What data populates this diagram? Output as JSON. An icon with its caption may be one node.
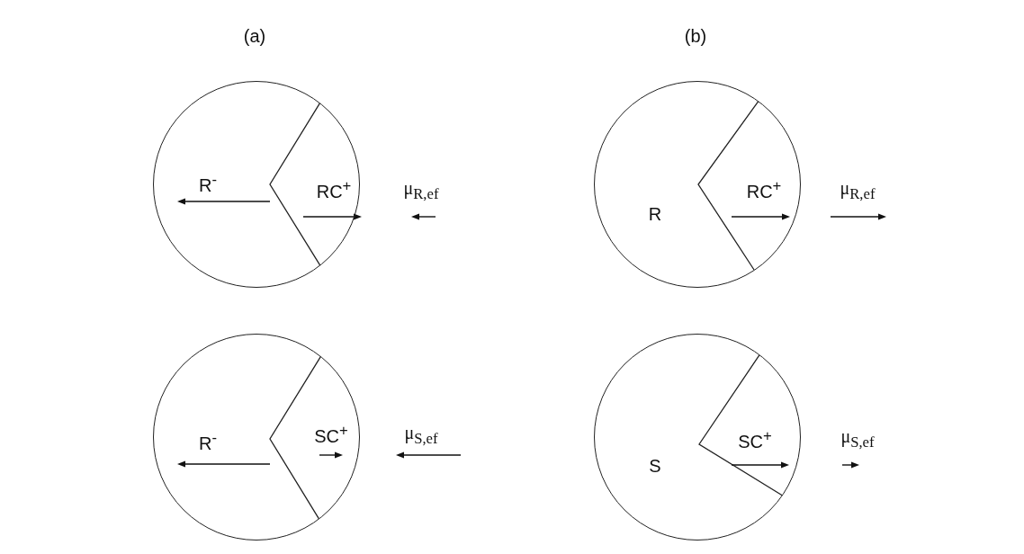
{
  "diagram": {
    "nodes": [
      {
        "text": [],
        "shape": "circle"
      },
      {
        "text": [
          "R$^{-}$"
        ],
        "in": 0
      },
      {
        "text": [
          "RC$^{+}$"
        ],
        "in": 0
      },
      {
        "text": [],
        "shape": "circle"
      },
      {
        "text": [
          "R"
        ],
        "in": 3
      },
      {
        "text": [
          "RC$^{+}$"
        ],
        "in": 3
      },
      {
        "text": [],
        "shape": "circle"
      },
      {
        "text": [
          "R$^{-}$"
        ],
        "in": 6
      },
      {
        "text": [
          "SC$^{+}$"
        ],
        "in": 6
      },
      {
        "text": [],
        "shape": "circle"
      },
      {
        "text": [
          "S"
        ],
        "in": 9
      },
      {
        "text": [
          "SC$^{+}$"
        ],
        "in": 9
      }
    ],
    "edges": [],
    "labels": [
      "(a)",
      "(b)",
      "μ$_{R,ef}$",
      "μ$_{R,ef}$",
      "μ$_{S,ef}$",
      "μ$_{S,ef}$"
    ]
  }
}
